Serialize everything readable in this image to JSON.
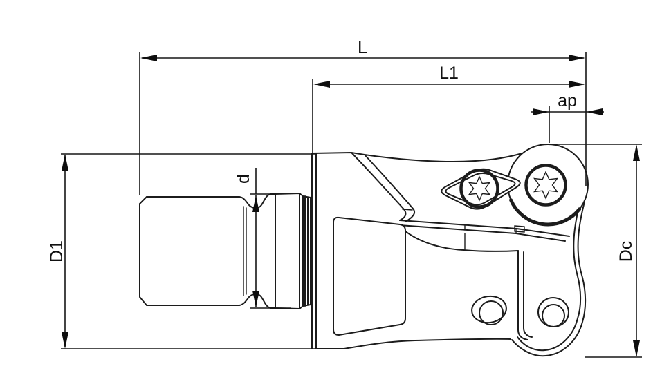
{
  "drawing": {
    "kind": "technical-drawing",
    "subject": "indexable-end-mill-side-view",
    "labels": {
      "overall_length": "L",
      "functional_length": "L1",
      "cutting_depth": "ap",
      "neck_diameter": "d",
      "body_diameter": "D1",
      "cutting_diameter": "Dc"
    },
    "colors": {
      "line": "#1c1c1c",
      "dimension": "#161616",
      "background": "#ffffff"
    }
  }
}
